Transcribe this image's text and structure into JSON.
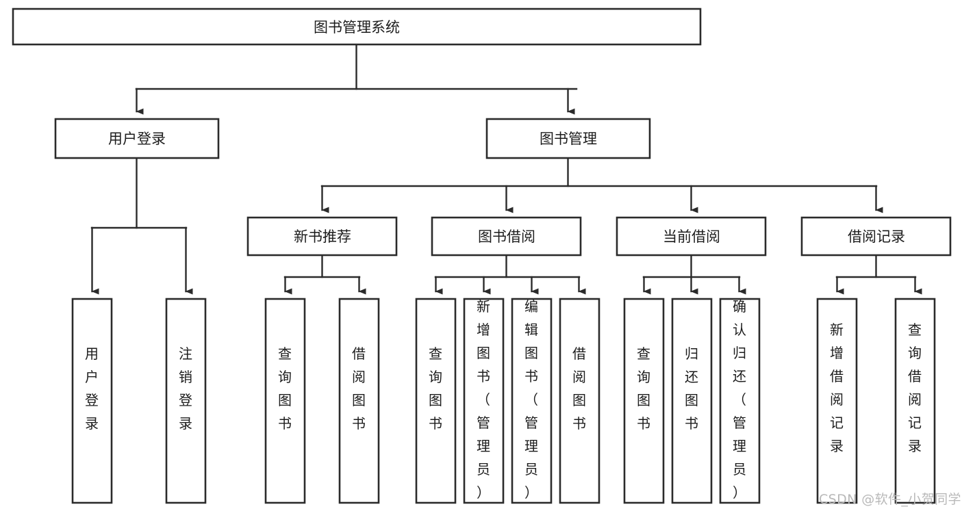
{
  "diagram": {
    "title": "图书管理系统",
    "type": "tree",
    "orientation": "top-down",
    "colors": {
      "background": "#ffffff",
      "box_stroke": "#2b2b2b",
      "box_fill": "#ffffff",
      "edge": "#2b2b2b",
      "text": "#1c1c1c",
      "watermark": "#b9b9b9"
    },
    "root": {
      "label": "图书管理系统",
      "orientation": "horizontal"
    },
    "level2": [
      {
        "label": "用户登录",
        "orientation": "horizontal"
      },
      {
        "label": "图书管理",
        "orientation": "horizontal"
      }
    ],
    "level3": [
      {
        "label": "新书推荐",
        "orientation": "horizontal"
      },
      {
        "label": "图书借阅",
        "orientation": "horizontal"
      },
      {
        "label": "当前借阅",
        "orientation": "horizontal"
      },
      {
        "label": "借阅记录",
        "orientation": "horizontal"
      }
    ],
    "leaves": {
      "user_login": [
        {
          "label": "用户登录",
          "orientation": "vertical"
        },
        {
          "label": "注销登录",
          "orientation": "vertical"
        }
      ],
      "new_book_recommend": [
        {
          "label": "查询图书",
          "orientation": "vertical"
        },
        {
          "label": "借阅图书",
          "orientation": "vertical"
        }
      ],
      "book_borrow": [
        {
          "label": "查询图书",
          "orientation": "vertical"
        },
        {
          "label": "新增图书（管理员）",
          "orientation": "vertical"
        },
        {
          "label": "编辑图书（管理员）",
          "orientation": "vertical"
        },
        {
          "label": "借阅图书",
          "orientation": "vertical"
        }
      ],
      "current_borrow": [
        {
          "label": "查询图书",
          "orientation": "vertical"
        },
        {
          "label": "归还图书",
          "orientation": "vertical"
        },
        {
          "label": "确认归还（管理员）",
          "orientation": "vertical"
        }
      ],
      "borrow_record": [
        {
          "label": "新增借阅记录",
          "orientation": "vertical"
        },
        {
          "label": "查询借阅记录",
          "orientation": "vertical"
        }
      ]
    }
  },
  "watermark": {
    "text": "CSDN @软件_小贺同学"
  }
}
